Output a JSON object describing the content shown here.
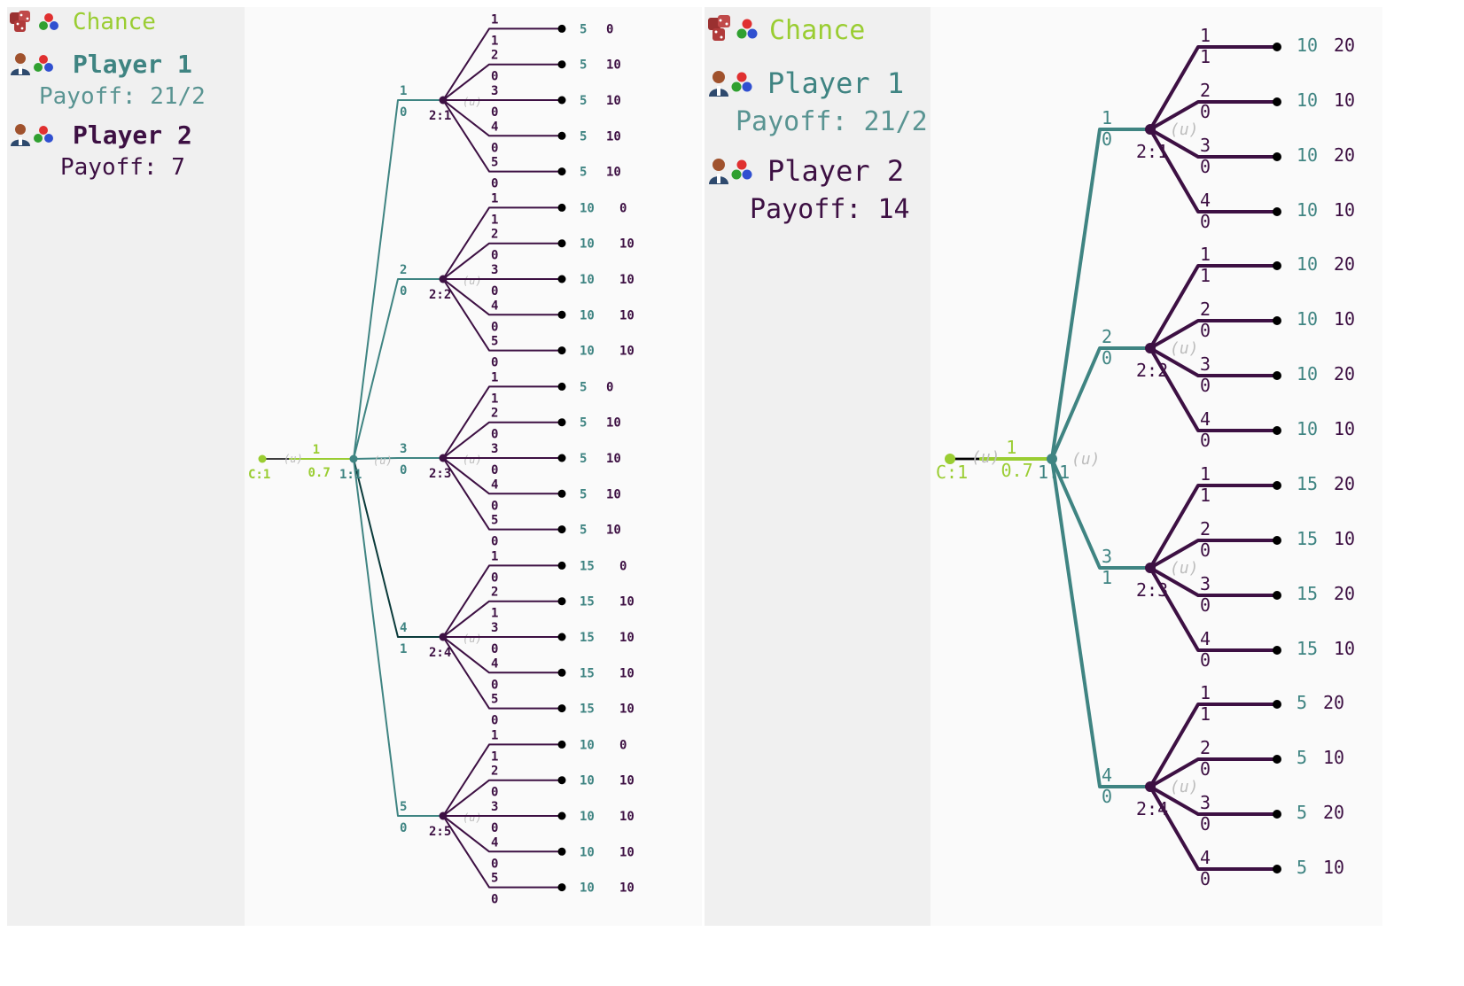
{
  "colors": {
    "chance": "#9acd32",
    "player1": "#3f8482",
    "player2": "#3d1043",
    "annotation": "#bdbdbd",
    "panel_bg": "#f0f0f0",
    "canvas_bg": "#fafafa",
    "leaf_dot": "#000000"
  },
  "icons": {
    "chance": "dice-icon",
    "player": "person-icon",
    "strategy": "colored-balls-icon"
  },
  "trees": [
    {
      "legend": {
        "chance": {
          "label": "Chance"
        },
        "player1": {
          "label": "Player 1",
          "payoff": "Payoff: 21/2"
        },
        "player2": {
          "label": "Player 2",
          "payoff": "Payoff: 7"
        }
      },
      "root": {
        "label": "C:1",
        "move_label": "1",
        "prob": "0.7",
        "annotation": "(u)"
      },
      "p1_node": {
        "label": "1:1",
        "annotation": "(u)"
      },
      "branches": [
        {
          "node_label": "2:1",
          "move": "1",
          "prob": "0",
          "annotation": "(u)",
          "leaves": [
            {
              "move": "1",
              "prob": "1",
              "p1": "5",
              "p2": "0"
            },
            {
              "move": "2",
              "prob": "0",
              "p1": "5",
              "p2": "10"
            },
            {
              "move": "3",
              "prob": "0",
              "p1": "5",
              "p2": "10"
            },
            {
              "move": "4",
              "prob": "0",
              "p1": "5",
              "p2": "10"
            },
            {
              "move": "5",
              "prob": "0",
              "p1": "5",
              "p2": "10"
            }
          ]
        },
        {
          "node_label": "2:2",
          "move": "2",
          "prob": "0",
          "annotation": "(u)",
          "leaves": [
            {
              "move": "1",
              "prob": "1",
              "p1": "10",
              "p2": "0"
            },
            {
              "move": "2",
              "prob": "0",
              "p1": "10",
              "p2": "10"
            },
            {
              "move": "3",
              "prob": "0",
              "p1": "10",
              "p2": "10"
            },
            {
              "move": "4",
              "prob": "0",
              "p1": "10",
              "p2": "10"
            },
            {
              "move": "5",
              "prob": "0",
              "p1": "10",
              "p2": "10"
            }
          ]
        },
        {
          "node_label": "2:3",
          "move": "3",
          "prob": "0",
          "annotation": "(u)",
          "leaves": [
            {
              "move": "1",
              "prob": "1",
              "p1": "5",
              "p2": "0"
            },
            {
              "move": "2",
              "prob": "0",
              "p1": "5",
              "p2": "10"
            },
            {
              "move": "3",
              "prob": "0",
              "p1": "5",
              "p2": "10"
            },
            {
              "move": "4",
              "prob": "0",
              "p1": "5",
              "p2": "10"
            },
            {
              "move": "5",
              "prob": "0",
              "p1": "5",
              "p2": "10"
            }
          ]
        },
        {
          "node_label": "2:4",
          "move": "4",
          "prob": "1",
          "annotation": "(u)",
          "leaves": [
            {
              "move": "1",
              "prob": "0",
              "p1": "15",
              "p2": "0"
            },
            {
              "move": "2",
              "prob": "1",
              "p1": "15",
              "p2": "10"
            },
            {
              "move": "3",
              "prob": "0",
              "p1": "15",
              "p2": "10"
            },
            {
              "move": "4",
              "prob": "0",
              "p1": "15",
              "p2": "10"
            },
            {
              "move": "5",
              "prob": "0",
              "p1": "15",
              "p2": "10"
            }
          ]
        },
        {
          "node_label": "2:5",
          "move": "5",
          "prob": "0",
          "annotation": "(u)",
          "leaves": [
            {
              "move": "1",
              "prob": "1",
              "p1": "10",
              "p2": "0"
            },
            {
              "move": "2",
              "prob": "0",
              "p1": "10",
              "p2": "10"
            },
            {
              "move": "3",
              "prob": "0",
              "p1": "10",
              "p2": "10"
            },
            {
              "move": "4",
              "prob": "0",
              "p1": "10",
              "p2": "10"
            },
            {
              "move": "5",
              "prob": "0",
              "p1": "10",
              "p2": "10"
            }
          ]
        }
      ]
    },
    {
      "legend": {
        "chance": {
          "label": "Chance"
        },
        "player1": {
          "label": "Player 1",
          "payoff": "Payoff: 21/2"
        },
        "player2": {
          "label": "Player 2",
          "payoff": "Payoff: 14"
        }
      },
      "root": {
        "label": "C:1",
        "move_label": "1",
        "prob": "0.7",
        "annotation": "(u)"
      },
      "p1_node": {
        "label": "1:1",
        "annotation": "(u)"
      },
      "branches": [
        {
          "node_label": "2:1",
          "move": "1",
          "prob": "0",
          "annotation": "(u)",
          "leaves": [
            {
              "move": "1",
              "prob": "1",
              "p1": "10",
              "p2": "20"
            },
            {
              "move": "2",
              "prob": "0",
              "p1": "10",
              "p2": "10"
            },
            {
              "move": "3",
              "prob": "0",
              "p1": "10",
              "p2": "20"
            },
            {
              "move": "4",
              "prob": "0",
              "p1": "10",
              "p2": "10"
            }
          ]
        },
        {
          "node_label": "2:2",
          "move": "2",
          "prob": "0",
          "annotation": "(u)",
          "leaves": [
            {
              "move": "1",
              "prob": "1",
              "p1": "10",
              "p2": "20"
            },
            {
              "move": "2",
              "prob": "0",
              "p1": "10",
              "p2": "10"
            },
            {
              "move": "3",
              "prob": "0",
              "p1": "10",
              "p2": "20"
            },
            {
              "move": "4",
              "prob": "0",
              "p1": "10",
              "p2": "10"
            }
          ]
        },
        {
          "node_label": "2:3",
          "move": "3",
          "prob": "1",
          "annotation": "(u)",
          "leaves": [
            {
              "move": "1",
              "prob": "1",
              "p1": "15",
              "p2": "20"
            },
            {
              "move": "2",
              "prob": "0",
              "p1": "15",
              "p2": "10"
            },
            {
              "move": "3",
              "prob": "0",
              "p1": "15",
              "p2": "20"
            },
            {
              "move": "4",
              "prob": "0",
              "p1": "15",
              "p2": "10"
            }
          ]
        },
        {
          "node_label": "2:4",
          "move": "4",
          "prob": "0",
          "annotation": "(u)",
          "leaves": [
            {
              "move": "1",
              "prob": "1",
              "p1": "5",
              "p2": "20"
            },
            {
              "move": "2",
              "prob": "0",
              "p1": "5",
              "p2": "10"
            },
            {
              "move": "3",
              "prob": "0",
              "p1": "5",
              "p2": "20"
            },
            {
              "move": "4",
              "prob": "0",
              "p1": "5",
              "p2": "10"
            }
          ]
        }
      ]
    }
  ]
}
